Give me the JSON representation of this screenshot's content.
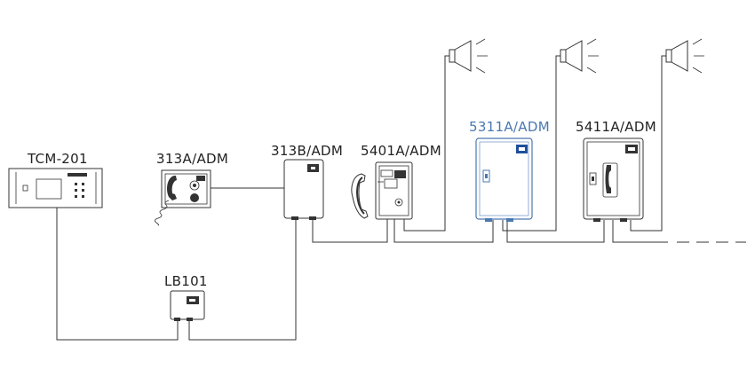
{
  "labels": {
    "tcm": "TCM-201",
    "d313a": "313A/ADM",
    "d313b": "313B/ADM",
    "d5401a": "5401A/ADM",
    "d5311a": "5311A/ADM",
    "d5411a": "5411A/ADM",
    "lb101": "LB101"
  },
  "colors": {
    "line": "#333333",
    "highlight": "#4a78b0",
    "badge": "#1f4f9a",
    "accent_red": "#c0392b"
  },
  "icons": [
    "speaker-icon",
    "handset-icon",
    "badge-icon"
  ]
}
